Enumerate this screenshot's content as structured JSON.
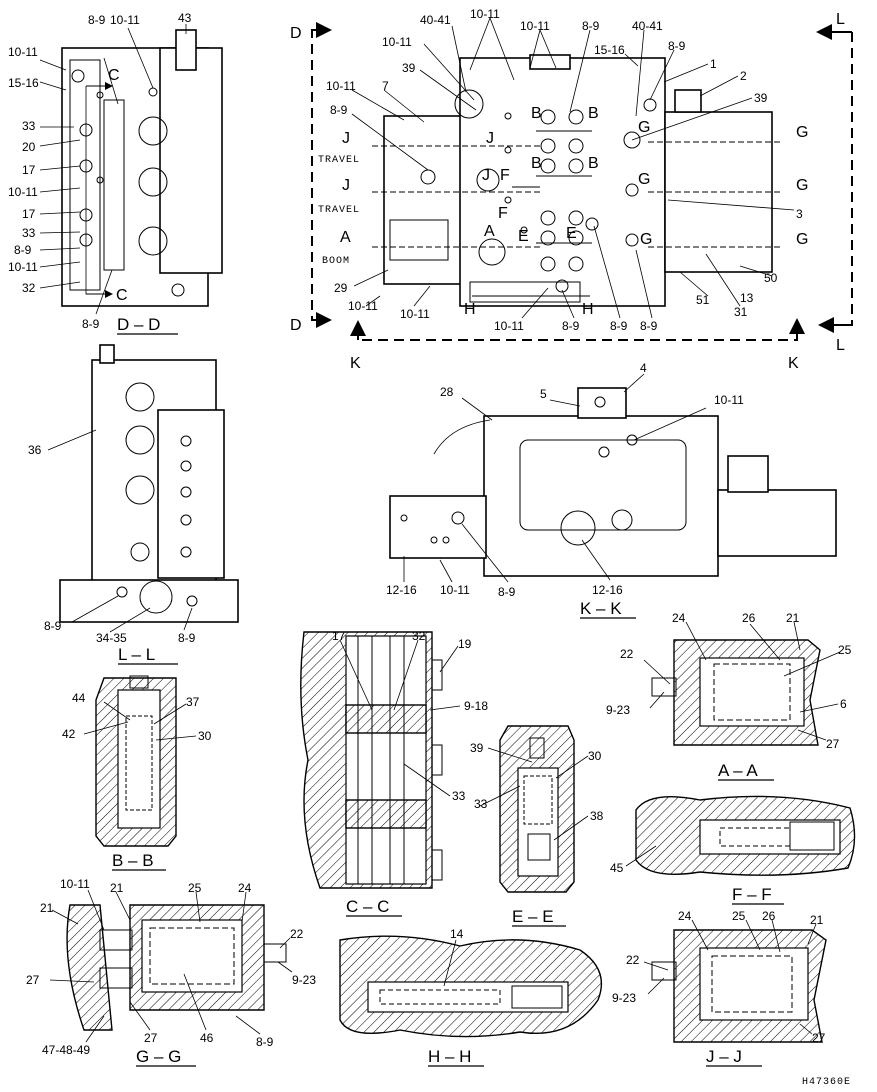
{
  "drawing_id": "H47360E",
  "sections": {
    "dd": "D – D",
    "ll": "L – L",
    "kk": "K – K",
    "bb": "B – B",
    "cc": "C – C",
    "ee": "E – E",
    "aa": "A – A",
    "ff": "F – F",
    "gg": "G – G",
    "hh": "H – H",
    "jj": "J – J"
  },
  "words": {
    "travel": "TRAVEL",
    "boom": "BOOM"
  },
  "letters": {
    "a": "A",
    "b": "B",
    "c": "C",
    "d": "D",
    "e": "E",
    "f": "F",
    "g": "G",
    "h": "H",
    "j": "J",
    "k": "K",
    "l": "L"
  },
  "parts": {
    "p1": "1",
    "p2": "2",
    "p3": "3",
    "p4": "4",
    "p5": "5",
    "p6": "6",
    "p7": "7",
    "p13": "13",
    "p14": "14",
    "p17": "17",
    "p19": "19",
    "p20": "20",
    "p21": "21",
    "p22": "22",
    "p24": "24",
    "p25": "25",
    "p26": "26",
    "p27": "27",
    "p28": "28",
    "p29": "29",
    "p30": "30",
    "p31": "31",
    "p32": "32",
    "p33": "33",
    "p36": "36",
    "p37": "37",
    "p38": "38",
    "p39": "39",
    "p42": "42",
    "p43": "43",
    "p44": "44",
    "p45": "45",
    "p46": "46",
    "p50": "50",
    "p51": "51",
    "p8_9": "8-9",
    "p9_18": "9-18",
    "p9_23": "9-23",
    "p10_11": "10-11",
    "p12_16": "12-16",
    "p15_16": "15-16",
    "p34_35": "34-35",
    "p40_41": "40-41",
    "p47_49": "47-48-49"
  }
}
